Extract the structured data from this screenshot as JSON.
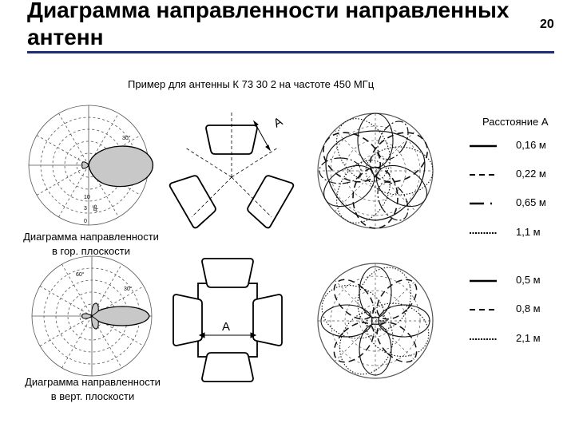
{
  "header": {
    "title_line1": "Диаграмма направленности направленных",
    "title_line2": "антенн",
    "slide_number": "20",
    "rule_color": "#1f2d78"
  },
  "subtitle": "Пример для антенны К 73 30 2 на частоте 450 МГц",
  "captions": {
    "horizontal": {
      "line1": "Диаграмма направленности",
      "line2": "в гор. плоскости"
    },
    "vertical": {
      "line1": "Диаграмма направленности",
      "line2": "в верт. плоскости"
    }
  },
  "polar_labels": {
    "angle30": "30°",
    "angle60": "60°",
    "ticks": [
      "10",
      "3",
      "0"
    ],
    "unit": "дБ"
  },
  "diagrams": {
    "dimension_label": "A"
  },
  "legend": {
    "title": "Расстояние А",
    "items": [
      {
        "value": "0,16 м",
        "style": "solid"
      },
      {
        "value": "0,22 м",
        "style": "dashed"
      },
      {
        "value": "0,65 м",
        "style": "dashdot"
      },
      {
        "value": "1,1 м",
        "style": "dotted"
      },
      {
        "value": "0,5 м",
        "style": "solid"
      },
      {
        "value": "0,8 м",
        "style": "dashed"
      },
      {
        "value": "2,1 м",
        "style": "dotted"
      }
    ]
  }
}
